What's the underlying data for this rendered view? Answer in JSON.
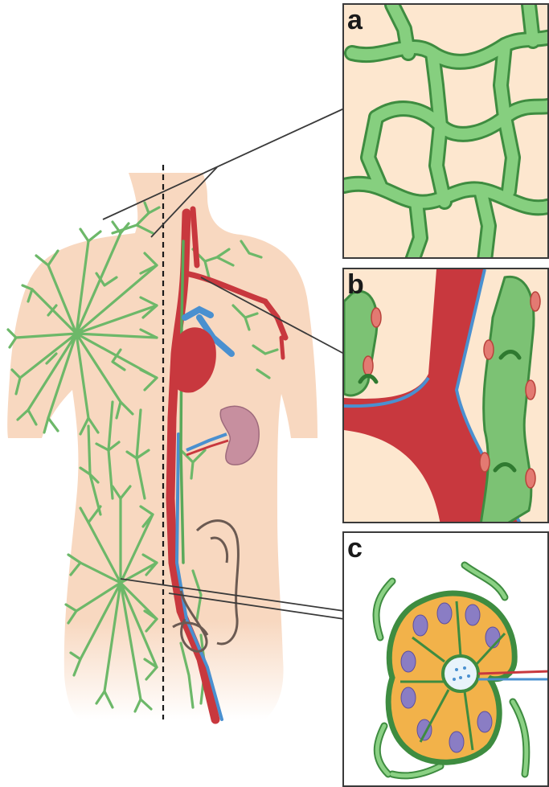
{
  "figure": {
    "panels": [
      {
        "letter": "a",
        "depicts": "initial-lymphatic-capillary-network"
      },
      {
        "letter": "b",
        "depicts": "collecting-lymphatic-vessels-with-valves"
      },
      {
        "letter": "c",
        "depicts": "lymph-node"
      }
    ],
    "colors": {
      "lymphatic": "#6db869",
      "lymphatic_dark": "#3e8c40",
      "artery": "#c8383e",
      "vein": "#4a90d0",
      "skin": "#f8d8c0",
      "organ": "#c78f9f",
      "panel_bg": "#fde7cf",
      "node_fill": "#f2b24a"
    },
    "icons": {
      "body": "human-torso-icon",
      "heart": "heart-icon",
      "kidney": "kidney-icon",
      "valve": "lymphatic-valve-icon"
    }
  }
}
